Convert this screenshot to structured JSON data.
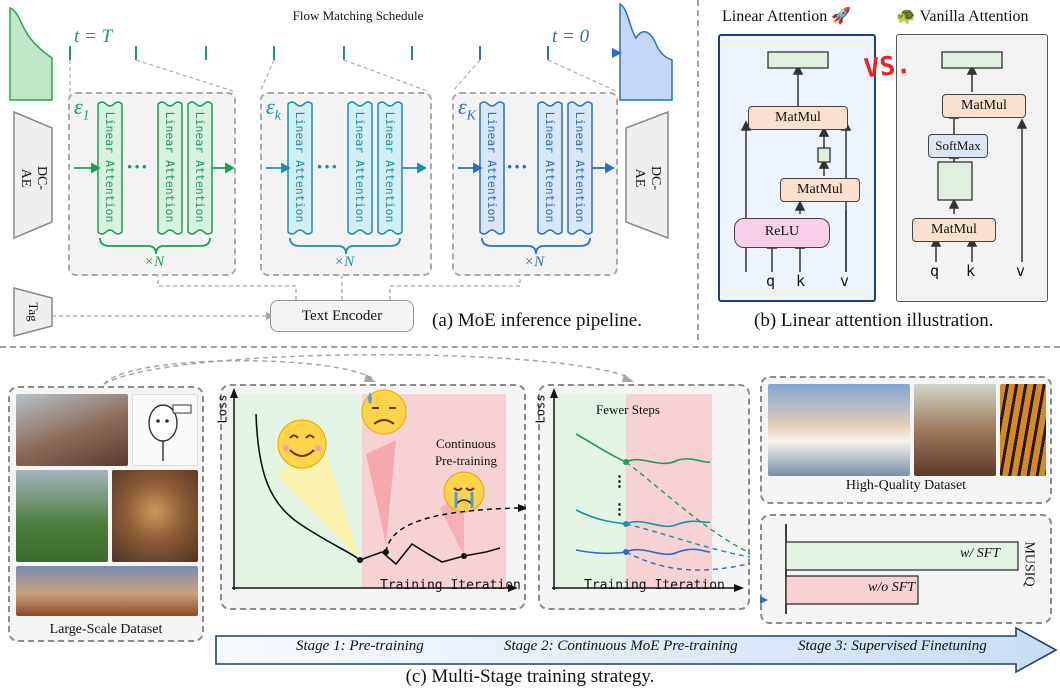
{
  "panel_a": {
    "schedule_title": "Flow Matching Schedule",
    "t_start": "t = T",
    "t_end": "t = 0",
    "dcae_left": "DC-AE",
    "dcae_right": "DC-AE",
    "tag": "Tag",
    "text_encoder": "Text Encoder",
    "caption": "(a) MoE inference pipeline.",
    "experts": [
      {
        "label": "ε",
        "sub": "1",
        "color": "#1f9d55",
        "fill": "#d7f0e0"
      },
      {
        "label": "ε",
        "sub": "k",
        "color": "#1b8fa8",
        "fill": "#d3eef2"
      },
      {
        "label": "ε",
        "sub": "K",
        "color": "#2a6fc4",
        "fill": "#d8e6f8"
      }
    ],
    "block_label": "Linear Attention",
    "dots": "···",
    "repeat": "×N"
  },
  "panel_b": {
    "title_linear": "Linear Attention",
    "title_vanilla": "Vanilla Attention",
    "rocket_icon": "🚀",
    "turtle_icon": "🐢",
    "vs": "VS.",
    "linear": {
      "matmul_top": "MatMul",
      "matmul_mid": "MatMul",
      "relu": "ReLU",
      "q": "q",
      "k": "k",
      "v": "v"
    },
    "vanilla": {
      "matmul_top": "MatMul",
      "softmax": "SoftMax",
      "matmul_low": "MatMul",
      "q": "q",
      "k": "k",
      "v": "v"
    },
    "caption": "(b) Linear attention illustration."
  },
  "panel_c": {
    "large_dataset": "Large-Scale Dataset",
    "hq_dataset": "High-Quality Dataset",
    "chart1": {
      "ylabel": "Loss",
      "xlabel": "Training Iteration",
      "annotation": "Continuous\nPre-training"
    },
    "chart2": {
      "ylabel": "Loss",
      "xlabel": "Training Iteration",
      "annotation": "Fewer Steps"
    },
    "musiq": {
      "label": "MUSIQ",
      "with_sft": "w/ SFT",
      "without_sft": "w/o SFT"
    },
    "stages": [
      "Stage 1: Pre-training",
      "Stage 2: Continuous MoE Pre-training",
      "Stage 3: Supervised Finetuning"
    ],
    "caption": "(c) Multi-Stage training strategy."
  },
  "colors": {
    "green": "#1f9d55",
    "teal": "#1b8fa8",
    "blue": "#2a6fc4",
    "pink": "#f6d2d5",
    "lightgreen": "#e4f4e4"
  }
}
